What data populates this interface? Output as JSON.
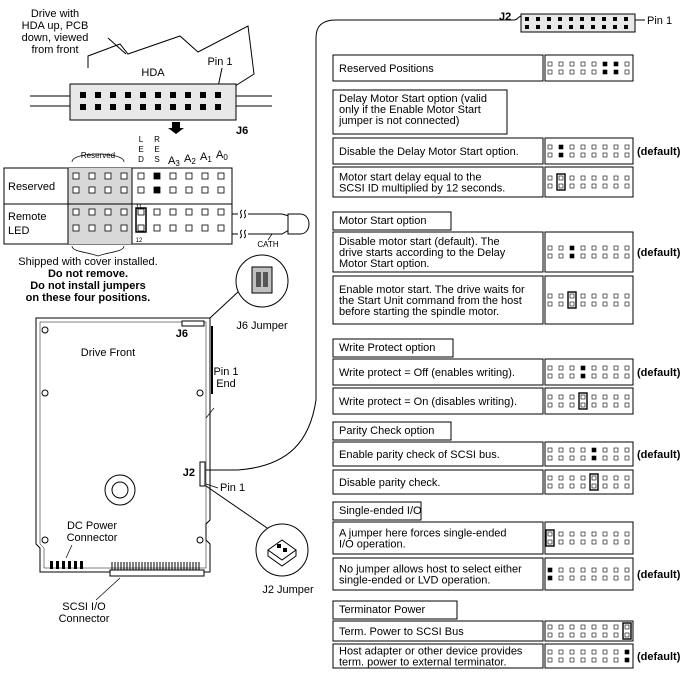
{
  "left": {
    "drive_view_label": [
      "Drive with",
      "HDA up, PCB",
      "down, viewed",
      "from front"
    ],
    "hda_label": "HDA",
    "pin1_label": "Pin 1",
    "j6_label": "J6",
    "reserved_header": "Reserved",
    "col_headers": {
      "led": [
        "L",
        "E",
        "D"
      ],
      "res": [
        "R",
        "E",
        "S"
      ],
      "a3": "A",
      "a3_sub": "3",
      "a2": "A",
      "a2_sub": "2",
      "a1": "A",
      "a1_sub": "1",
      "a0": "A",
      "a0_sub": "0"
    },
    "row_labels": [
      "Reserved",
      "Remote",
      "LED"
    ],
    "pin_11": "11",
    "pin_12": "12",
    "cath_label": "CATH",
    "cover_note": [
      "Shipped with cover installed.",
      "Do not remove.",
      "Do not install jumpers",
      "on these four positions."
    ],
    "j6_jumper_label": "J6 Jumper",
    "drive_front_label": "Drive Front",
    "j6_board_label": "J6",
    "pin1_end_label": [
      "Pin 1",
      "End"
    ],
    "j2_board_label": "J2",
    "pin1_small_label": "Pin 1",
    "dc_power_label": [
      "DC Power",
      "Connector"
    ],
    "scsi_io_label": [
      "SCSI I/O",
      "Connector"
    ],
    "j2_jumper_label": "J2 Jumper"
  },
  "right": {
    "j2_header_label": "J2",
    "pin1_label": "Pin 1",
    "reserved_positions": "Reserved Positions",
    "sections": [
      {
        "title": [
          "Delay Motor Start option (valid",
          "only if the Enable Motor Start",
          "jumper is not connected)"
        ],
        "rows": [
          {
            "text": [
              "Disable the Delay Motor Start option."
            ],
            "note": "(default)"
          },
          {
            "text": [
              "Motor start delay equal to the",
              "SCSI ID multiplied by 12 seconds."
            ],
            "note": ""
          }
        ]
      },
      {
        "title": [
          "Motor Start option"
        ],
        "rows": [
          {
            "text": [
              "Disable motor start (default). The",
              "drive starts according to the Delay",
              "Motor Start option."
            ],
            "note": "(default)"
          },
          {
            "text": [
              "Enable motor start. The drive waits for",
              "the Start Unit command from the host",
              "before starting the spindle motor."
            ],
            "note": ""
          }
        ]
      },
      {
        "title": [
          "Write Protect option"
        ],
        "rows": [
          {
            "text": [
              "Write protect = Off (enables writing)."
            ],
            "note": "(default)"
          },
          {
            "text": [
              "Write protect = On (disables writing)."
            ],
            "note": ""
          }
        ]
      },
      {
        "title": [
          "Parity Check option"
        ],
        "rows": [
          {
            "text": [
              "Enable parity check of SCSI bus."
            ],
            "note": "(default)"
          },
          {
            "text": [
              "Disable parity check."
            ],
            "note": ""
          }
        ]
      },
      {
        "title": [
          "Single-ended I/O"
        ],
        "rows": [
          {
            "text": [
              "A jumper here forces single-ended",
              "I/O operation."
            ],
            "note": ""
          },
          {
            "text": [
              "No jumper allows host to select either",
              "single-ended or LVD operation."
            ],
            "note": "(default)"
          }
        ]
      },
      {
        "title": [
          "Terminator Power"
        ],
        "rows": [
          {
            "text": [
              "Term. Power to SCSI Bus"
            ],
            "note": ""
          },
          {
            "text": [
              "Host adapter or other device provides",
              "term. power to external terminator."
            ],
            "note": "(default)"
          }
        ]
      }
    ]
  }
}
